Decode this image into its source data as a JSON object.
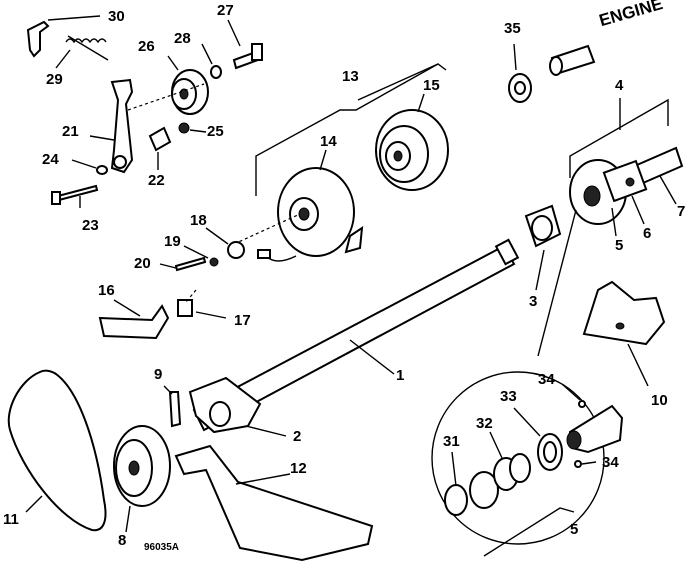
{
  "callouts": {
    "c1": "1",
    "c2": "2",
    "c3": "3",
    "c4": "4",
    "c5": "5",
    "c5b": "5",
    "c6": "6",
    "c7": "7",
    "c8": "8",
    "c9": "9",
    "c10": "10",
    "c11": "11",
    "c12": "12",
    "c13": "13",
    "c14": "14",
    "c15": "15",
    "c16": "16",
    "c17": "17",
    "c18": "18",
    "c19": "19",
    "c20": "20",
    "c21": "21",
    "c22": "22",
    "c23": "23",
    "c24": "24",
    "c25": "25",
    "c26": "26",
    "c27": "27",
    "c28": "28",
    "c29": "29",
    "c30": "30",
    "c31": "31",
    "c32": "32",
    "c33": "33",
    "c34": "34",
    "c34b": "34",
    "c35": "35"
  },
  "engine_label": "ENGINE",
  "drawing_code": "96035A"
}
